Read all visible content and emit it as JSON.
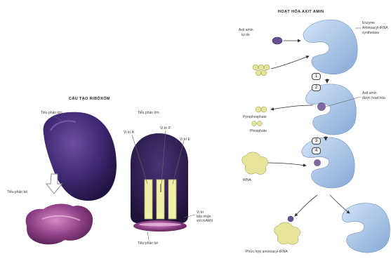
{
  "ribosome": {
    "title": "CẤU TẠO RIBÔXÔM",
    "large_subunit_left": "Tiểu phần lớn",
    "small_subunit_left": "Tiểu phần bé",
    "large_subunit_right": "Tiểu phần lớn",
    "site_a": "Vị trí A",
    "site_p": "Vị trí P",
    "site_e": "Vị trí E",
    "mrna_site": [
      "Vị trí",
      "tiếp nhận",
      "với mARN"
    ],
    "small_subunit_right": "Tiểu phần bé"
  },
  "activation": {
    "title": "HOẠT HÓA AXIT AMIN",
    "free_amino_acid": [
      "Axit amin",
      "tự do"
    ],
    "enzyme": [
      "Enzyme",
      "Aminoacyl-tRNA",
      "synthetase"
    ],
    "bound_amino_acid": [
      "Axit amin",
      "được hoạt hóa"
    ],
    "pyrophosphate": "Pyrophosphate",
    "phosphate": "Phosphate",
    "trna": "tRNA",
    "complex": "Phức hợp aminoacyl-tRNA",
    "steps": [
      "1",
      "2",
      "3",
      "4"
    ]
  },
  "colors": {
    "ribosome_purple": "#3b2466",
    "small_subunit_pink": "#8c3f84",
    "enzyme_blue": "#a9c6ea",
    "trna_yellow": "#e8e6a0"
  }
}
